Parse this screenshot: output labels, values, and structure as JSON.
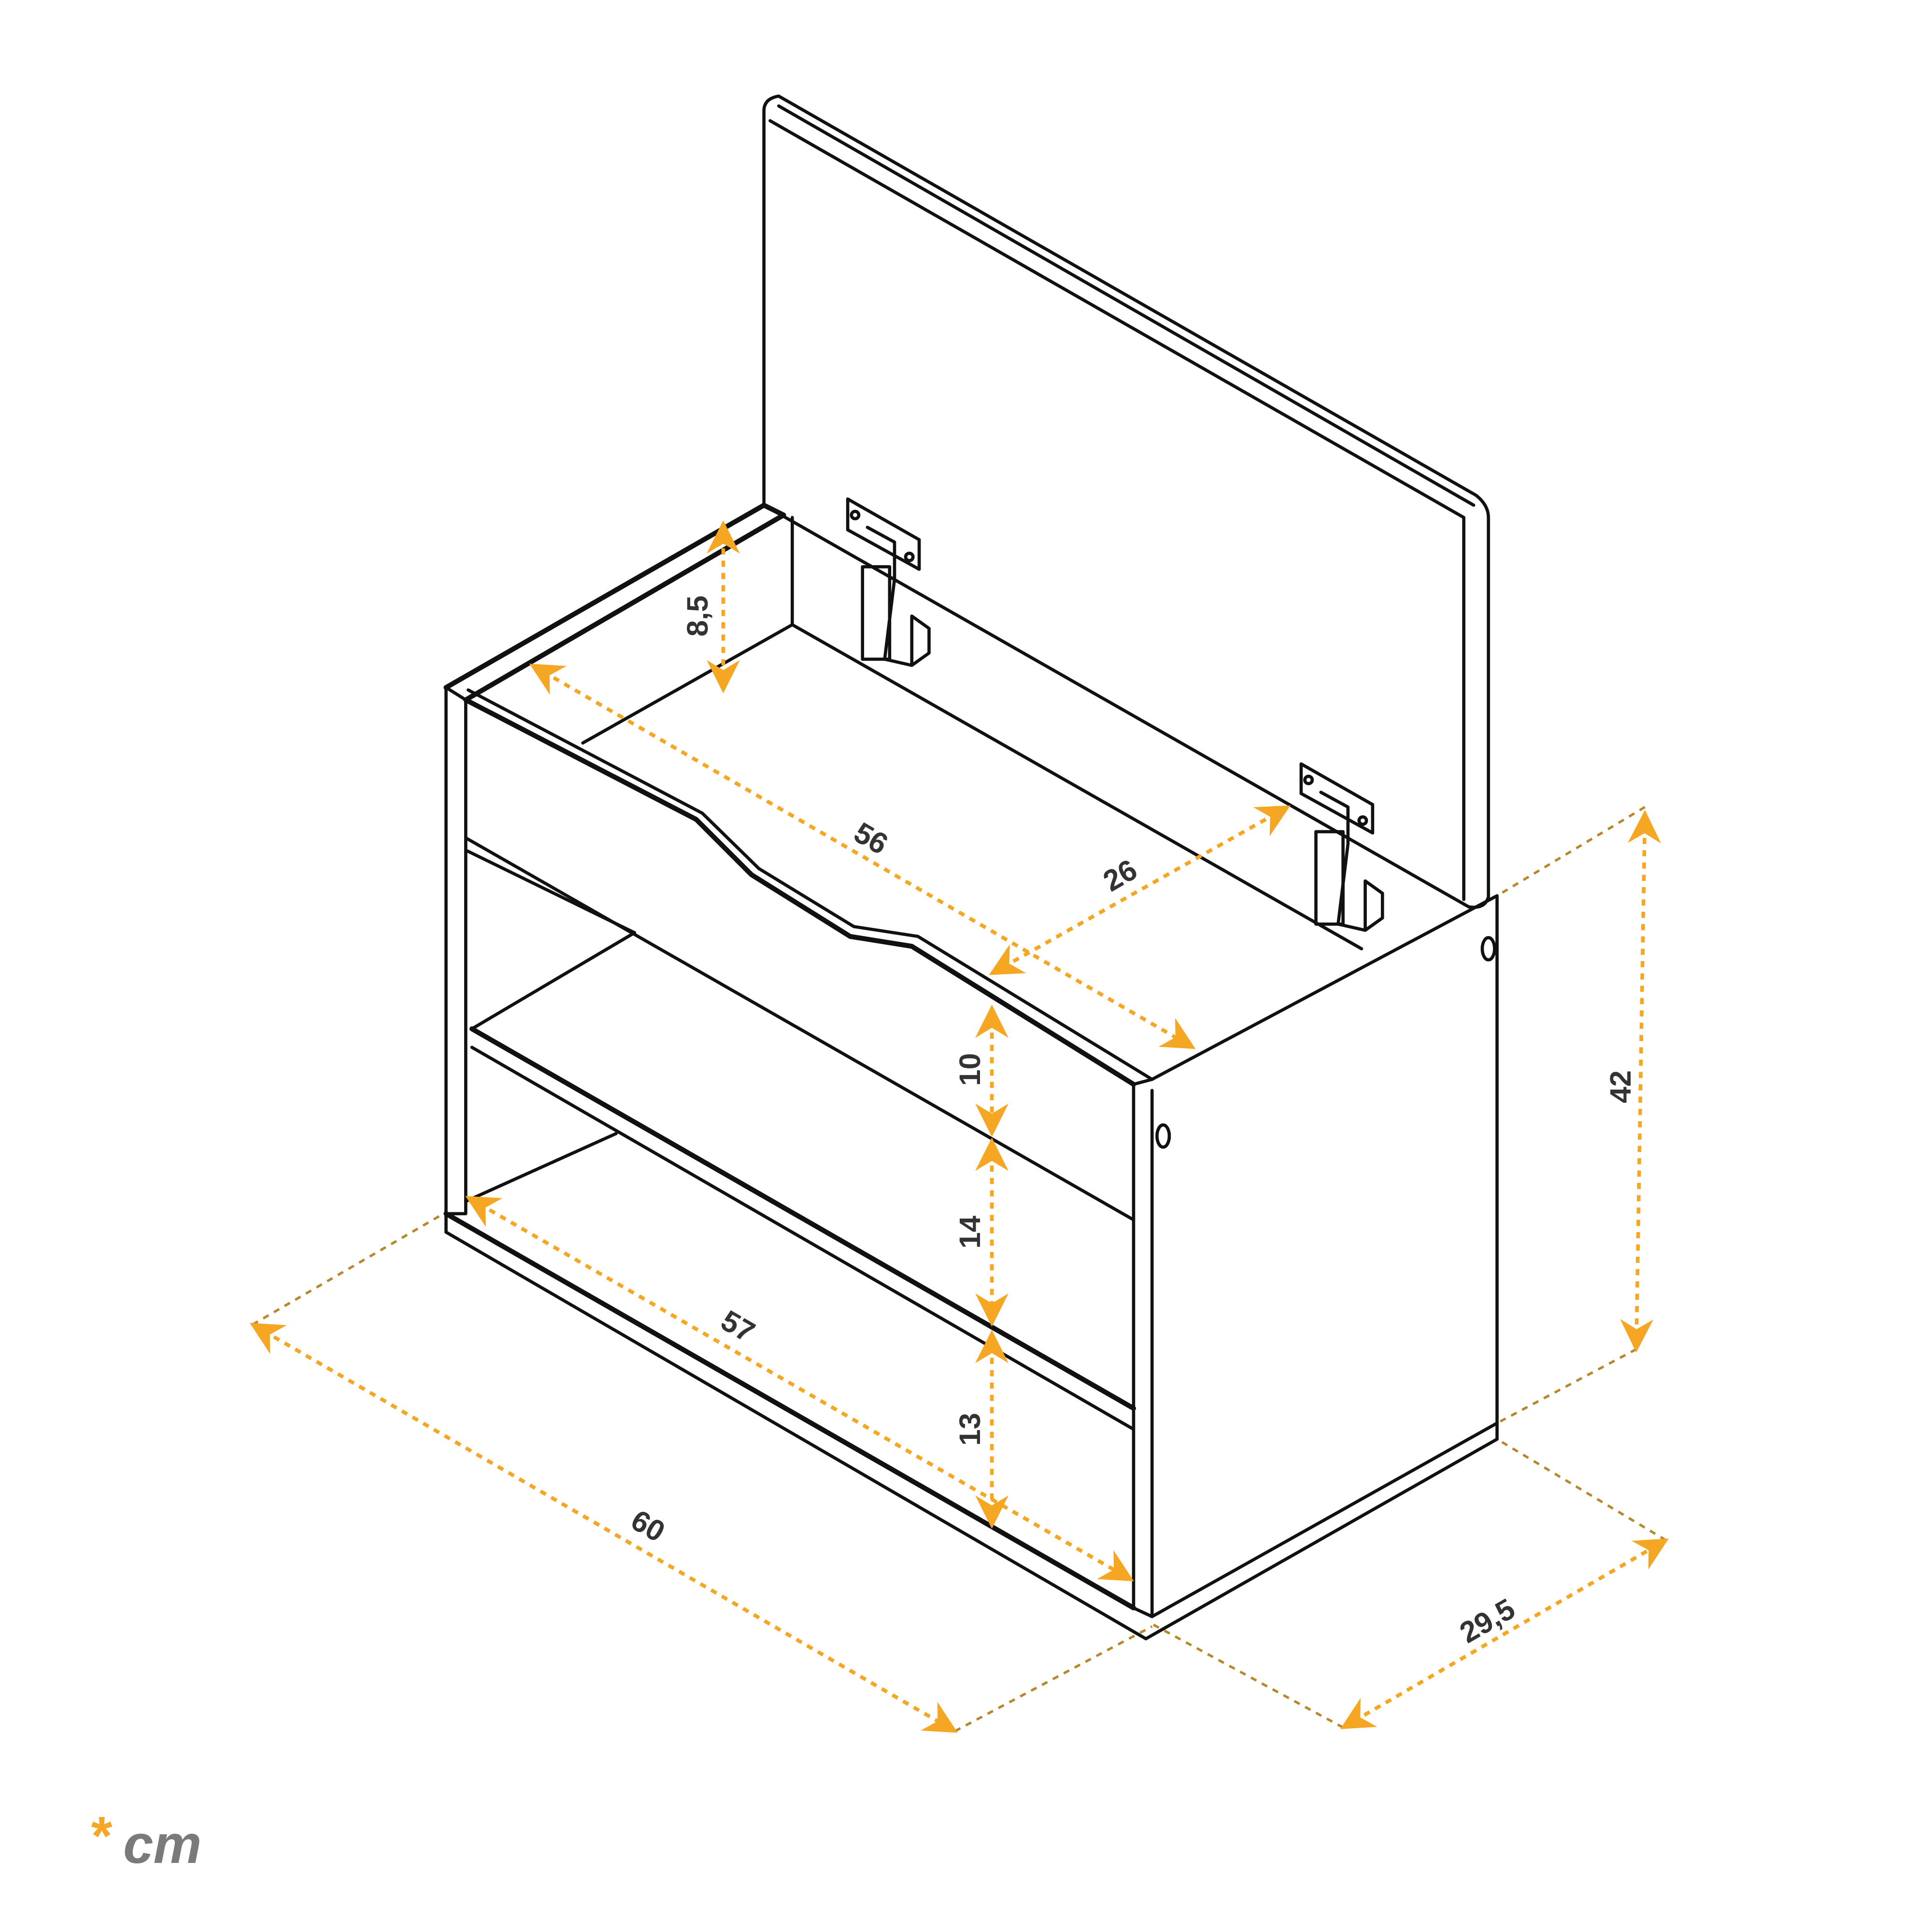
{
  "unit_note": {
    "marker": "*",
    "unit": "cm"
  },
  "colors": {
    "dimension": "#f5a623",
    "extension": "#b8862b",
    "outline": "#111111",
    "unit_text": "#7a7a7a"
  },
  "dimensions": {
    "lid_depth_gap": "8,5",
    "inner_width_top": "56",
    "inner_depth_top": "26",
    "compartment_top": "10",
    "compartment_middle": "14",
    "compartment_bottom": "13",
    "total_height": "42",
    "inner_width_bottom": "57",
    "total_width": "60",
    "total_depth": "29,5"
  }
}
